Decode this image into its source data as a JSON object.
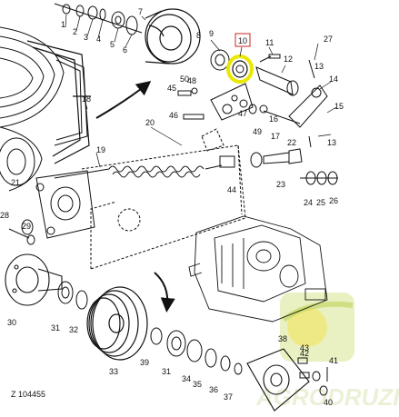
{
  "figure_code": "Z 104455",
  "highlight_color": "#e8e800",
  "highlight_box_label": "10",
  "watermark_text": "AGRODRUZI",
  "watermark_logo_colors": [
    "#c5d96a",
    "#e6d13a",
    "#f4f0a0"
  ],
  "callouts": {
    "n1": "1",
    "n2": "2",
    "n3": "3",
    "n4": "4",
    "n5": "5",
    "n6": "6",
    "n7": "7",
    "n8": "8",
    "n9": "9",
    "n11": "11",
    "n12": "12",
    "n13a": "13",
    "n13b": "13",
    "n14": "14",
    "n15": "15",
    "n16": "16",
    "n17": "17",
    "n18": "18",
    "n19": "19",
    "n20": "20",
    "n21": "21",
    "n22": "22",
    "n23": "23",
    "n24": "24",
    "n25": "25",
    "n26": "26",
    "n27": "27",
    "n28": "28",
    "n29": "29",
    "n30": "30",
    "n31a": "31",
    "n31b": "31",
    "n32": "32",
    "n33": "33",
    "n34": "34",
    "n35": "35",
    "n36": "36",
    "n37": "37",
    "n38": "38",
    "n39": "39",
    "n40": "40",
    "n41": "41",
    "n42": "42",
    "n43": "43",
    "n44": "44",
    "n45": "45",
    "n46": "46",
    "n47": "47",
    "n48": "48",
    "n49": "49",
    "n50": "50"
  }
}
